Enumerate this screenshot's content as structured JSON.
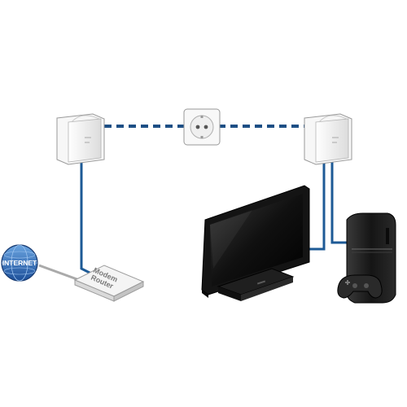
{
  "labels": {
    "internet": "INTERNET",
    "modem_line1": "Modem",
    "modem_line2": "Router"
  },
  "colors": {
    "cable": "#1d5a96",
    "powerline_dash": "#1d4f85",
    "globe": "#2f6cb8",
    "tv_body": "#141414",
    "console_body": "#1b1b1b"
  },
  "icons": [
    "globe-icon",
    "powerline-adapter",
    "wall-socket",
    "modem-router",
    "tv",
    "game-console",
    "gamepad"
  ]
}
